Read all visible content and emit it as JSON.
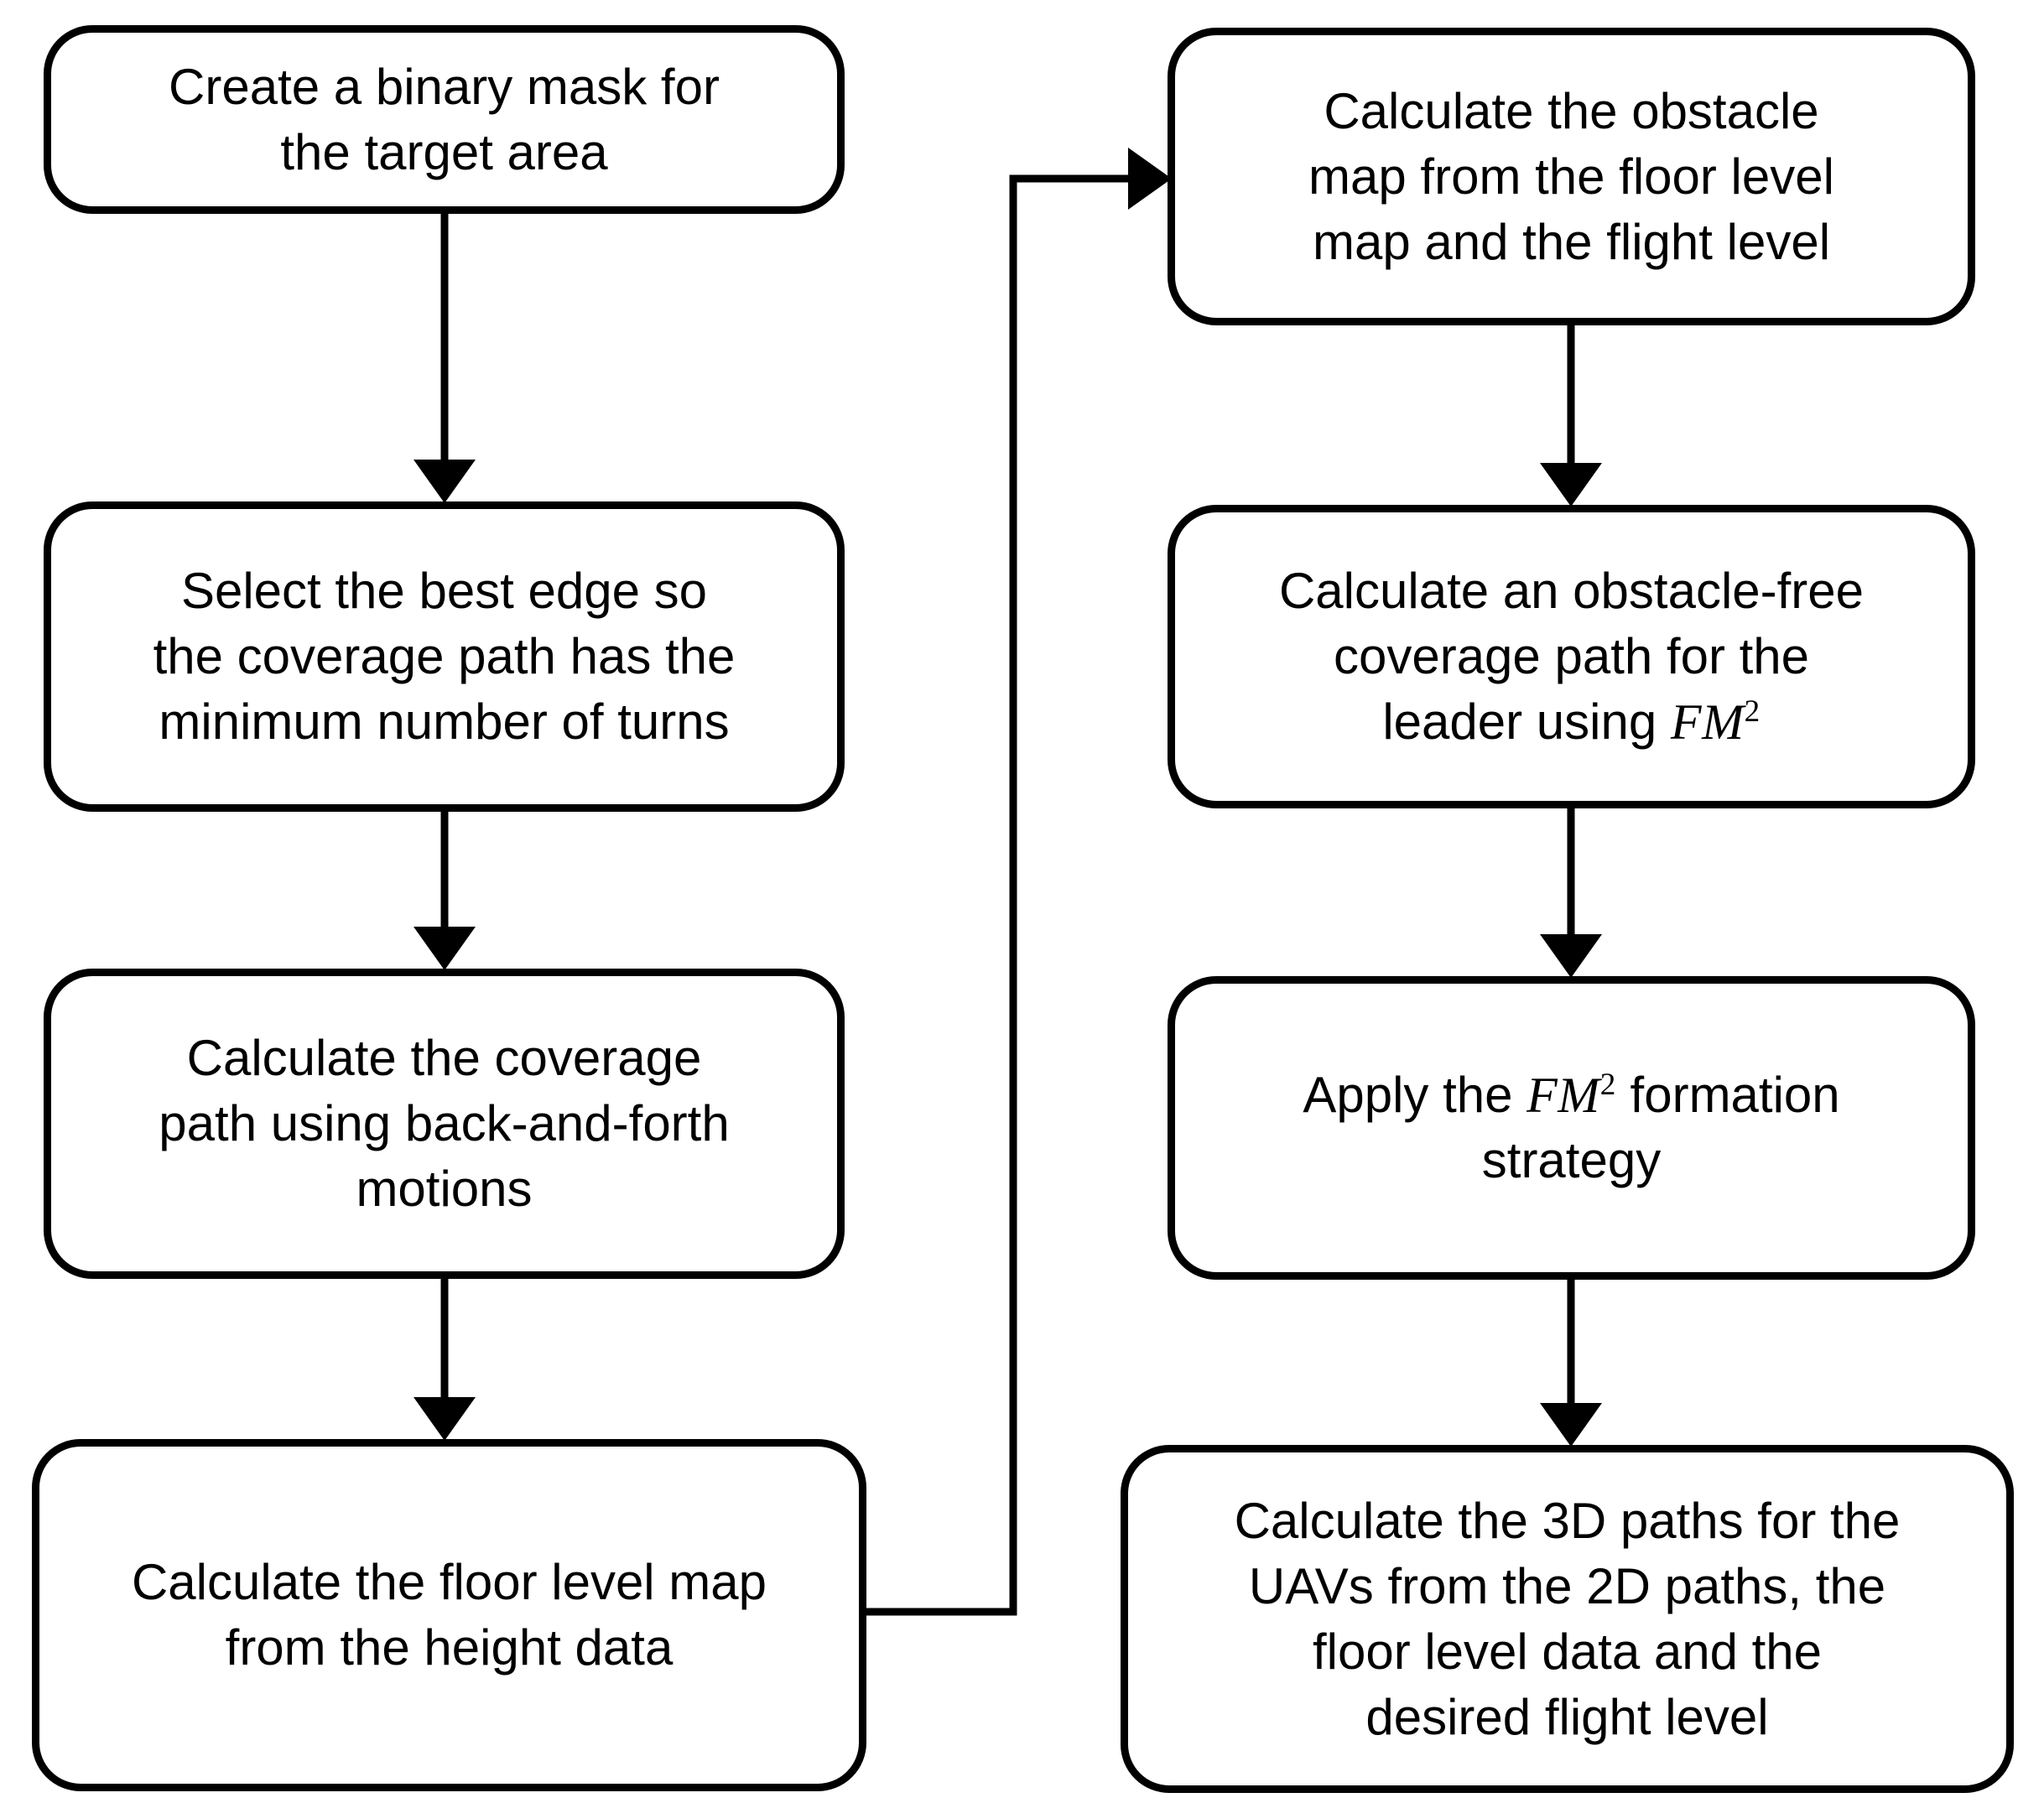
{
  "diagram": {
    "type": "flowchart",
    "title": "",
    "background_color": "#ffffff",
    "line_color": "#000000",
    "columns": 2,
    "nodes": [
      {
        "id": "mask",
        "column": "left",
        "order": 1,
        "lines": [
          "Create a binary mask for",
          "the target area"
        ]
      },
      {
        "id": "edge",
        "column": "left",
        "order": 2,
        "lines": [
          "Select the best edge so",
          "the coverage path has the",
          "minimum number of turns"
        ]
      },
      {
        "id": "coverage",
        "column": "left",
        "order": 3,
        "lines": [
          "Calculate the coverage",
          "path using back-and-forth",
          "motions"
        ]
      },
      {
        "id": "floor",
        "column": "left",
        "order": 4,
        "lines": [
          "Calculate the floor level map",
          "from the height data"
        ]
      },
      {
        "id": "obstacle",
        "column": "right",
        "order": 1,
        "lines": [
          "Calculate the obstacle",
          "map from the floor level",
          "map and the flight level"
        ]
      },
      {
        "id": "freepath",
        "column": "right",
        "order": 2,
        "lines": [
          "Calculate an obstacle-free",
          "coverage path for the",
          "leader using "
        ],
        "math_suffix": "FM",
        "math_exponent": "2"
      },
      {
        "id": "formation",
        "column": "right",
        "order": 3,
        "lines_prefix": "Apply the ",
        "math_token": "FM",
        "math_exponent": "2",
        "lines_suffix": " formation",
        "lines_second": "strategy"
      },
      {
        "id": "3dpaths",
        "column": "right",
        "order": 4,
        "lines": [
          "Calculate the 3D paths for the",
          "UAVs from the 2D paths, the",
          "floor level data and the",
          "desired flight level"
        ]
      }
    ],
    "edges": [
      {
        "from": "mask",
        "to": "edge",
        "kind": "vertical-arrow"
      },
      {
        "from": "edge",
        "to": "coverage",
        "kind": "vertical-arrow"
      },
      {
        "from": "coverage",
        "to": "floor",
        "kind": "vertical-arrow"
      },
      {
        "from": "floor",
        "to": "obstacle",
        "kind": "elbow-arrow"
      },
      {
        "from": "obstacle",
        "to": "freepath",
        "kind": "vertical-arrow"
      },
      {
        "from": "freepath",
        "to": "formation",
        "kind": "vertical-arrow"
      },
      {
        "from": "formation",
        "to": "3dpaths",
        "kind": "vertical-arrow"
      }
    ]
  }
}
